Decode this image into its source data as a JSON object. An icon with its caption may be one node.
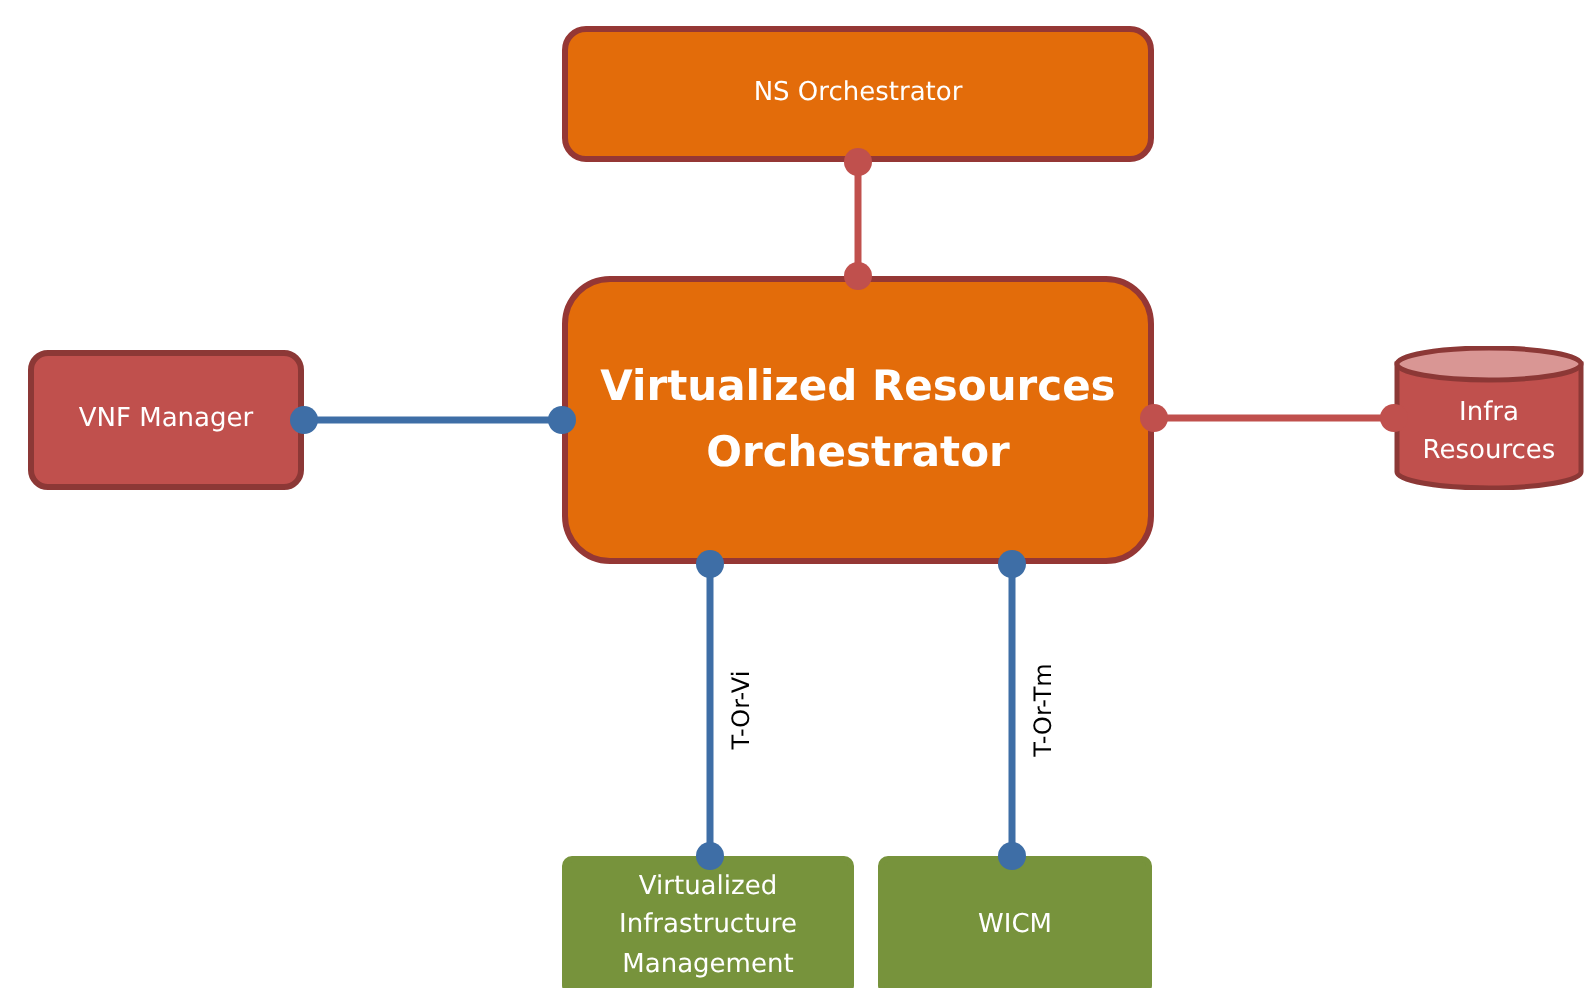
{
  "diagram": {
    "nodes": [
      {
        "text": [
          "NS Orchestrator"
        ]
      },
      {
        "text": [
          "Virtualized Resources Orchestrator"
        ]
      },
      {
        "text": [
          "VNF Manager"
        ]
      },
      {
        "text": [
          "Infra Resources"
        ]
      },
      {
        "text": [
          "Virtualized Infrastructure Management"
        ]
      },
      {
        "text": [
          "WICM"
        ]
      }
    ],
    "edges": [
      {
        "from": 0,
        "to": 1,
        "arrow": "other",
        "color": "#c0504d"
      },
      {
        "from": 2,
        "to": 1,
        "arrow": "other"
      },
      {
        "from": 1,
        "to": 3,
        "arrow": "other",
        "color": "#c0504d"
      },
      {
        "from": 1,
        "to": 4,
        "arrow": "other",
        "label": "T-Or-Vi"
      },
      {
        "from": 1,
        "to": 5,
        "arrow": "other",
        "label": "T-Or-Tm"
      }
    ]
  }
}
